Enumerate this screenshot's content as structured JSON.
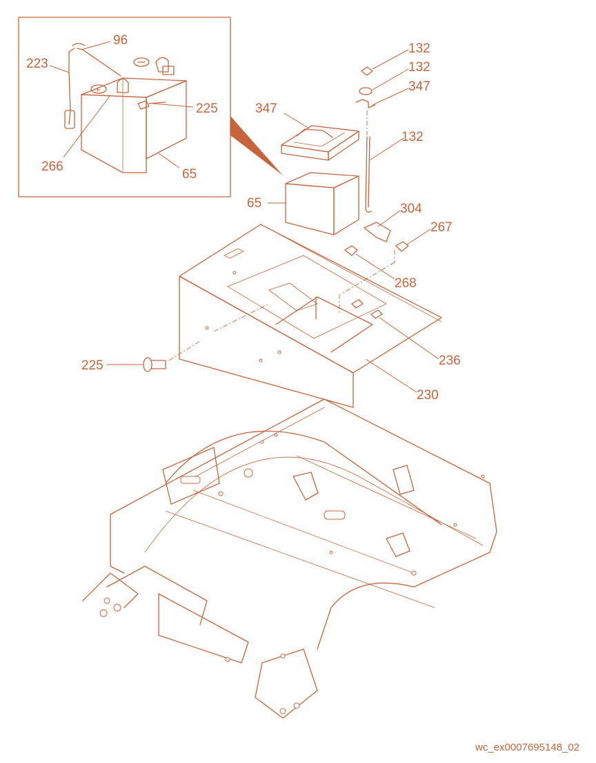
{
  "callouts": {
    "c96": "96",
    "c223": "223",
    "c225_inset": "225",
    "c266": "266",
    "c65_inset": "65",
    "c132_nut": "132",
    "c132_washer": "132",
    "c347_clip": "347",
    "c132_rod": "132",
    "c347_holder": "347",
    "c65_battery": "65",
    "c304": "304",
    "c267": "267",
    "c268": "268",
    "c236": "236",
    "c225_bolt": "225",
    "c230": "230"
  },
  "caption": "wc_ex0007695148_02",
  "colors": {
    "line": "#c8643c",
    "background": "#ffffff"
  }
}
